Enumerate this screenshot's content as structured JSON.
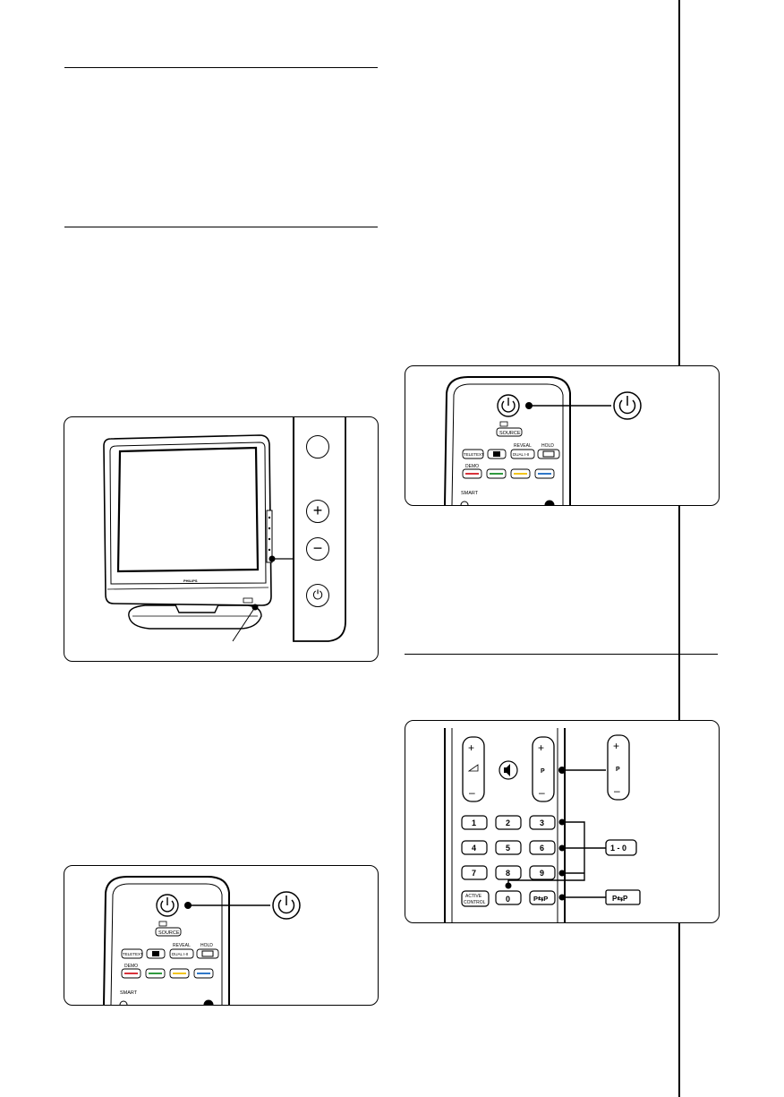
{
  "tv_figure": {
    "logo_text": "PHILIPS",
    "side_controls": [
      "",
      "+",
      "−",
      "⏻"
    ]
  },
  "remote": {
    "source_label": "SOURCE",
    "teletext_label": "TELETEXT",
    "reveal_label": "REVEAL",
    "dual_label": "DUAL I-II",
    "hold_label": "HOLD",
    "demo_label": "DEMO",
    "smart_label": "SMART",
    "color_keys": [
      "#d8323a",
      "#2f9a3e",
      "#f2c41a",
      "#2f78c8"
    ]
  },
  "channel_figure": {
    "vol_plus": "+",
    "vol_minus": "–",
    "p_label": "P",
    "digits": [
      "1",
      "2",
      "3",
      "4",
      "5",
      "6",
      "7",
      "8",
      "9"
    ],
    "zero": "0",
    "active_control": [
      "ACTIVE",
      "CONTROL"
    ],
    "pp_label": "P⇆P",
    "range_label": "1 - 0"
  }
}
